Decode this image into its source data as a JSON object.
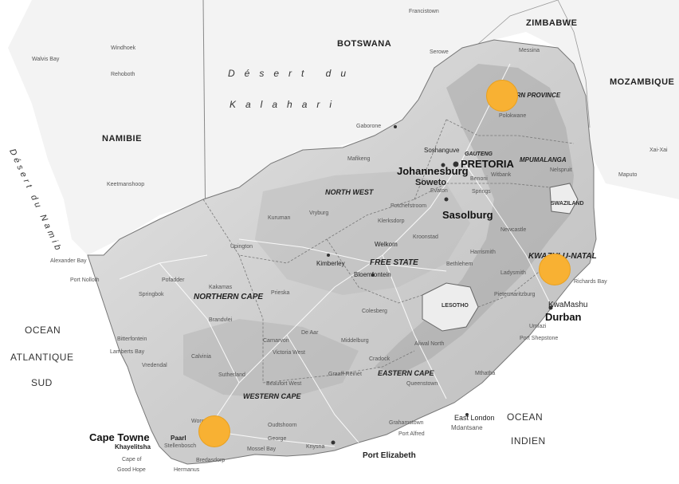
{
  "countries": {
    "botswana": "BOTSWANA",
    "zimbabwe": "ZIMBABWE",
    "mozambique": "MOZAMBIQUE",
    "namibia": "NAMIBIE",
    "swaziland": "SWAZILAND",
    "lesotho": "LESOTHO"
  },
  "oceans": {
    "atlantic_1": "OCEAN",
    "atlantic_2": "ATLANTIQUE",
    "atlantic_3": "SUD",
    "indian_1": "OCEAN",
    "indian_2": "INDIEN"
  },
  "deserts": {
    "kalahari_1": "Désert du",
    "kalahari_2": "Kalahari",
    "namib": "Désert du Namib"
  },
  "provinces": {
    "north_west": "NORTH WEST",
    "free_state": "FREE STATE",
    "northern_cape": "NORTHERN CAPE",
    "eastern_cape": "EASTERN CAPE",
    "western_cape": "WESTERN CAPE",
    "kwazulu_natal": "KWAZULU-NATAL",
    "mpumalanga": "MPUMALANGA",
    "gauteng": "GAUTENG",
    "limpopo": "NORTHERN PROVINCE"
  },
  "major_cities": {
    "pretoria": "PRETORIA",
    "johannesburg": "Johannesburg",
    "soweto": "Soweto",
    "sasolburg": "Sasolburg",
    "cape_town": "Cape Towne",
    "durban": "Durban",
    "port_elizabeth": "Port Elizabeth",
    "kwamashu": "KwaMashu",
    "east_london": "East London"
  },
  "towns": {
    "windhoek": "Windhoek",
    "rehoboth": "Rehoboth",
    "walvis_bay": "Walvis Bay",
    "keetmanshoop": "Keetmanshoop",
    "gaborone": "Gaborone",
    "francistown": "Francistown",
    "serowe": "Serowe",
    "maputo": "Maputo",
    "xai_xai": "Xai-Xai",
    "kimberley": "Kimberley",
    "bloemfontein": "Bloemfontein",
    "welkom": "Welkom",
    "upington": "Upington",
    "springbok": "Springbok",
    "alexander_bay": "Alexander Bay",
    "port_nolloth": "Port Nolloth",
    "mthatha": "Mthatha",
    "pietermaritzburg": "Pietermaritzburg",
    "ladysmith": "Ladysmith",
    "soshanguve": "Soshanguve",
    "benoni": "Benoni",
    "springs": "Springs",
    "evaton": "Evaton",
    "vryburg": "Vryburg",
    "potchefstroom": "Potchefstroom",
    "mafikeng": "Mafikeng",
    "kuruman": "Kuruman",
    "de_aar": "De Aar",
    "beaufort_west": "Beaufort West",
    "oudtshoorn": "Oudtshoorn",
    "george": "George",
    "paarl": "Paarl",
    "stellenbosch": "Stellenbosch",
    "khayelitsha": "Khayelitsha",
    "cape_of_good_hope_1": "Cape of",
    "cape_of_good_hope_2": "Good Hope",
    "queenstown": "Queenstown",
    "grahamstown": "Grahamstown",
    "mdantsane": "Mdantsane",
    "port_alfred": "Port Alfred",
    "port_shepstone": "Port Shepstone",
    "umlazi": "Umlazi",
    "richards_bay": "Richards Bay",
    "calvinia": "Calvinia",
    "victoria_west": "Victoria West",
    "middelburg": "Middelburg",
    "cradock": "Cradock",
    "graaff_reinet": "Graaff-Reinet",
    "colesberg": "Colesberg",
    "polokwane": "Polokwane",
    "messina": "Messina",
    "lamberts_bay": "Lamberts Bay",
    "vredendal": "Vredendal",
    "bitterfontein": "Bitterfontein",
    "carnarvon": "Carnarvon",
    "prieska": "Prieska",
    "kakamas": "Kakamas",
    "pofadder": "Pofadder",
    "brandvlei": "Brandvlei",
    "sutherland": "Sutherland",
    "klerksdorp": "Klerksdorp",
    "bethlehem": "Bethlehem",
    "harrismith": "Harrismith",
    "newcastle": "Newcastle",
    "kroonstad": "Kroonstad",
    "witbank": "Witbank",
    "nelspruit": "Nelspruit",
    "aliwal_north": "Aliwal North",
    "knysna": "Knysna",
    "mossel_bay": "Mossel Bay",
    "worcester": "Worcester",
    "hermanus": "Hermanus",
    "bredasdorp": "Bredasdorp"
  },
  "markers": [
    {
      "name": "limpopo-marker"
    },
    {
      "name": "kwazulu-natal-marker"
    },
    {
      "name": "western-cape-marker"
    }
  ],
  "colors": {
    "marker": "#f8b133",
    "land": "#cfcfcf",
    "land_dark": "#9a9a9a",
    "sea": "#ffffff"
  }
}
